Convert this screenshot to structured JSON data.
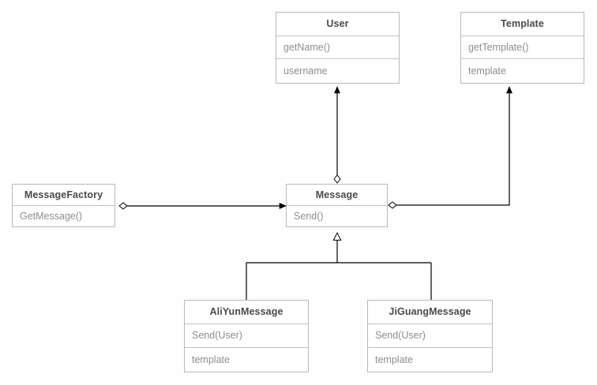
{
  "diagram": {
    "type": "uml-class-diagram",
    "background_color": "#fefefe",
    "border_color": "#b9b9b9",
    "title_text_color": "#4a4a4a",
    "member_text_color": "#8d8d8d",
    "edge_color": "#000000",
    "classes": [
      {
        "id": "user",
        "name": "User",
        "methods": [
          "getName()"
        ],
        "attributes": [
          "username"
        ]
      },
      {
        "id": "template",
        "name": "Template",
        "methods": [
          "getTemplate()"
        ],
        "attributes": [
          "template"
        ]
      },
      {
        "id": "messagefactory",
        "name": "MessageFactory",
        "methods": [
          "GetMessage()"
        ],
        "attributes": []
      },
      {
        "id": "message",
        "name": "Message",
        "methods": [
          "Send()"
        ],
        "attributes": []
      },
      {
        "id": "aliyun",
        "name": "AliYunMessage",
        "methods": [
          "Send(User)"
        ],
        "attributes": [
          "template"
        ]
      },
      {
        "id": "jiguang",
        "name": "JiGuangMessage",
        "methods": [
          "Send(User)"
        ],
        "attributes": [
          "template"
        ]
      }
    ],
    "relationships": [
      {
        "id": "message-uses-user",
        "from": "message",
        "to": "user",
        "kind": "aggregation-directed",
        "source_marker": "hollow-diamond",
        "target_marker": "filled-arrow"
      },
      {
        "id": "message-uses-template",
        "from": "message",
        "to": "template",
        "kind": "aggregation-directed",
        "source_marker": "hollow-diamond",
        "target_marker": "filled-arrow"
      },
      {
        "id": "factory-creates-message",
        "from": "messagefactory",
        "to": "message",
        "kind": "aggregation-directed",
        "source_marker": "hollow-diamond",
        "target_marker": "filled-arrow"
      },
      {
        "id": "aliyun-extends-message",
        "from": "aliyun",
        "to": "message",
        "kind": "generalization",
        "source_marker": "none",
        "target_marker": "hollow-triangle"
      },
      {
        "id": "jiguang-extends-message",
        "from": "jiguang",
        "to": "message",
        "kind": "generalization",
        "source_marker": "none",
        "target_marker": "hollow-triangle"
      }
    ]
  }
}
